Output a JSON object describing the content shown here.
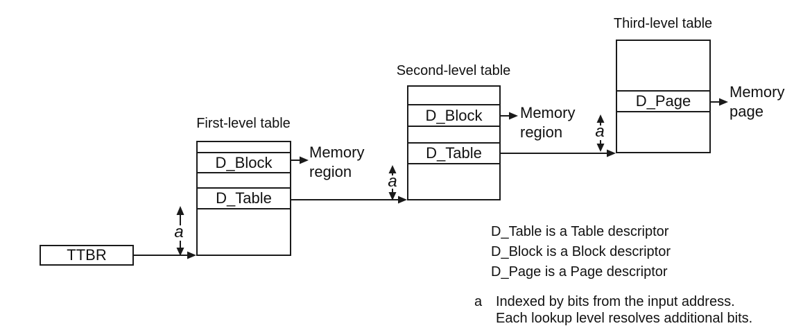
{
  "figure": {
    "ttbr_label": "TTBR",
    "tables": [
      {
        "title": "First-level table",
        "rows": [
          {
            "label": ""
          },
          {
            "label": "D_Block"
          },
          {
            "label": ""
          },
          {
            "label": "D_Table"
          },
          {
            "label": ""
          }
        ]
      },
      {
        "title": "Second-level table",
        "rows": [
          {
            "label": ""
          },
          {
            "label": "D_Block"
          },
          {
            "label": ""
          },
          {
            "label": "D_Table"
          },
          {
            "label": ""
          }
        ]
      },
      {
        "title": "Third-level table",
        "rows": [
          {
            "label": ""
          },
          {
            "label": "D_Page"
          },
          {
            "label": ""
          }
        ]
      }
    ],
    "outputs": [
      {
        "lines": [
          "Memory",
          "region"
        ]
      },
      {
        "lines": [
          "Memory",
          "region"
        ]
      },
      {
        "lines": [
          "Memory",
          "page"
        ]
      }
    ],
    "index_markers": [
      {
        "label": "a"
      },
      {
        "label": "a"
      },
      {
        "label": "a"
      }
    ],
    "legend": [
      "D_Table is a Table descriptor",
      "D_Block is a Block descriptor",
      "D_Page is a Page descriptor"
    ],
    "note": {
      "marker": "a",
      "lines": [
        "Indexed by bits from the input address.",
        "Each lookup level resolves additional bits."
      ]
    },
    "colors": {
      "line": "#1a1a1a",
      "text": "#111111",
      "background": "#ffffff"
    }
  }
}
